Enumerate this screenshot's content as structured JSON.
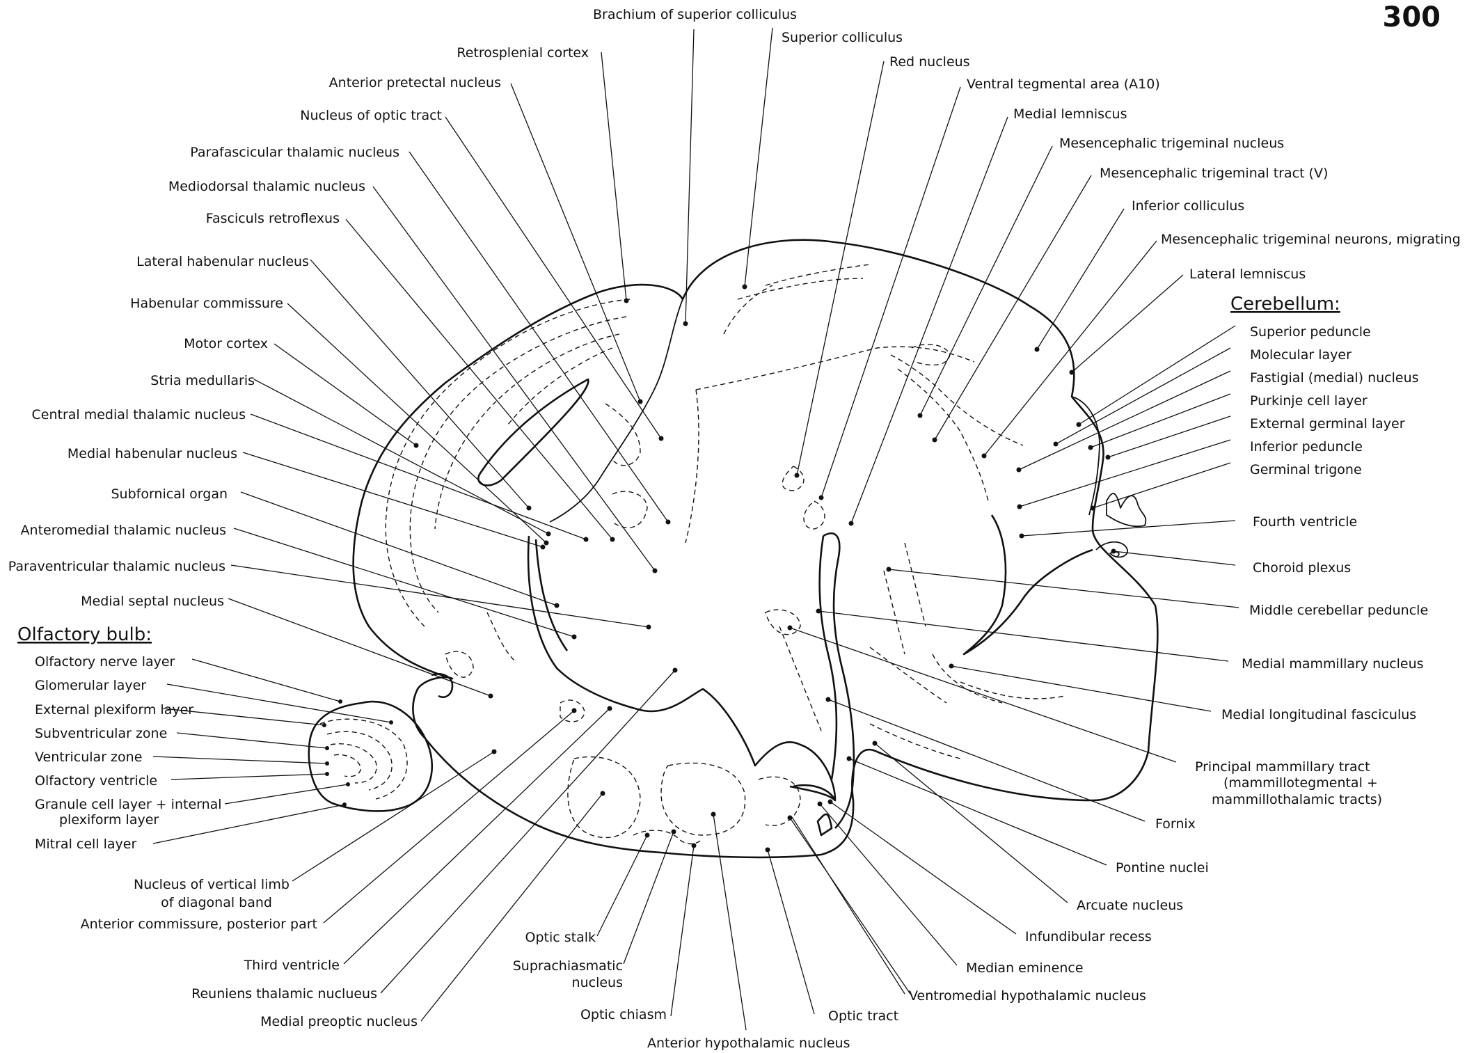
{
  "page_number": "300",
  "headers": {
    "cerebellum": "Cerebellum:",
    "olfactory_bulb": "Olfactory bulb:"
  },
  "labels": {
    "brachium_sup_colliculus": "Brachium of superior colliculus",
    "superior_colliculus": "Superior colliculus",
    "retrosplenial_cortex": "Retrosplenial cortex",
    "red_nucleus": "Red nucleus",
    "anterior_pretectal": "Anterior pretectal nucleus",
    "vta": "Ventral tegmental area (A10)",
    "nucleus_optic_tract": "Nucleus of optic tract",
    "medial_lemniscus": "Medial lemniscus",
    "parafascicular": "Parafascicular thalamic nucleus",
    "mes_trig_nucleus": "Mesencephalic trigeminal nucleus",
    "mediodorsal": "Mediodorsal thalamic nucleus",
    "mes_trig_tract": "Mesencephalic trigeminal tract (V)",
    "fasciculus_retroflexus": "Fasciculs retroflexus",
    "inferior_colliculus": "Inferior colliculus",
    "lateral_habenular": "Lateral habenular nucleus",
    "mes_trig_neurons": "Mesencephalic trigeminal neurons, migrating",
    "lateral_lemniscus": "Lateral lemniscus",
    "habenular_commissure": "Habenular commissure",
    "motor_cortex": "Motor cortex",
    "stria_medullaris": "Stria medullaris",
    "central_medial": "Central medial thalamic nucleus",
    "medial_habenular": "Medial habenular nucleus",
    "subfornical_organ": "Subfornical organ",
    "anteromedial": "Anteromedial thalamic nucleus",
    "paraventricular": "Paraventricular thalamic nucleus",
    "medial_septal": "Medial septal nucleus",
    "olfactory_nerve_layer": "Olfactory nerve layer",
    "glomerular_layer": "Glomerular layer",
    "external_plexiform": "External plexiform layer",
    "subventricular_zone": "Subventricular zone",
    "ventricular_zone": "Ventricular zone",
    "olfactory_ventricle": "Olfactory ventricle",
    "granule_cell_layer_1": "Granule cell layer + internal",
    "granule_cell_layer_2": "plexiform layer",
    "mitral_cell_layer": "Mitral cell layer",
    "vertical_limb_1": "Nucleus of vertical limb",
    "vertical_limb_2": "of diagonal band",
    "anterior_commissure": "Anterior commissure, posterior part",
    "third_ventricle": "Third ventricle",
    "reuniens": "Reuniens thalamic nuclueus",
    "medial_preoptic": "Medial preoptic nucleus",
    "superior_peduncle": "Superior peduncle",
    "molecular_layer": "Molecular layer",
    "fastigial": "Fastigial (medial) nucleus",
    "purkinje": "Purkinje cell layer",
    "external_germinal": "External germinal layer",
    "inferior_peduncle": "Inferior peduncle",
    "germinal_trigone": "Germinal trigone",
    "fourth_ventricle": "Fourth ventricle",
    "choroid_plexus": "Choroid plexus",
    "middle_cerebellar": "Middle cerebellar peduncle",
    "medial_mammillary": "Medial mammillary nucleus",
    "mlf": "Medial longitudinal fasciculus",
    "pmt_1": "Principal mammillary tract",
    "pmt_2": "(mammillotegmental +",
    "pmt_3": "mammillothalamic tracts)",
    "fornix": "Fornix",
    "pontine_nuclei": "Pontine nuclei",
    "arcuate": "Arcuate nucleus",
    "infundibular_recess": "Infundibular recess",
    "median_eminence": "Median eminence",
    "ventromedial_hypothalamic": "Ventromedial hypothalamic nucleus",
    "optic_stalk": "Optic stalk",
    "suprachiasmatic_1": "Suprachiasmatic",
    "suprachiasmatic_2": "nucleus",
    "optic_chiasm": "Optic chiasm",
    "optic_tract": "Optic tract",
    "anterior_hypothalamic": "Anterior hypothalamic nucleus"
  }
}
